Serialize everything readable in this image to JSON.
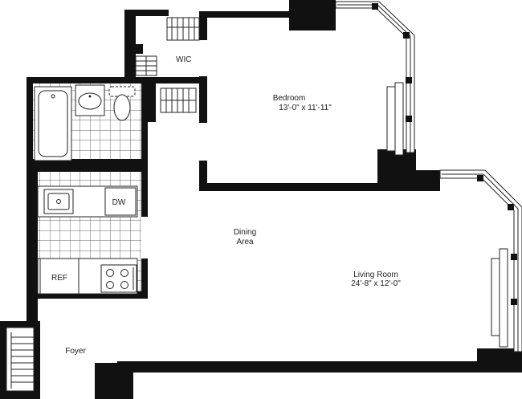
{
  "rooms": {
    "wic": {
      "name": "WIC"
    },
    "bedroom": {
      "name": "Bedroom",
      "size": "13'-0\" x 11'-11\""
    },
    "dining": {
      "line1": "Dining",
      "line2": "Area"
    },
    "living": {
      "name": "Living Room",
      "size": "24'-8\" x 12'-0\""
    },
    "foyer": {
      "name": "Foyer"
    }
  },
  "appliances": {
    "dishwasher": "DW",
    "refrigerator": "REF"
  }
}
